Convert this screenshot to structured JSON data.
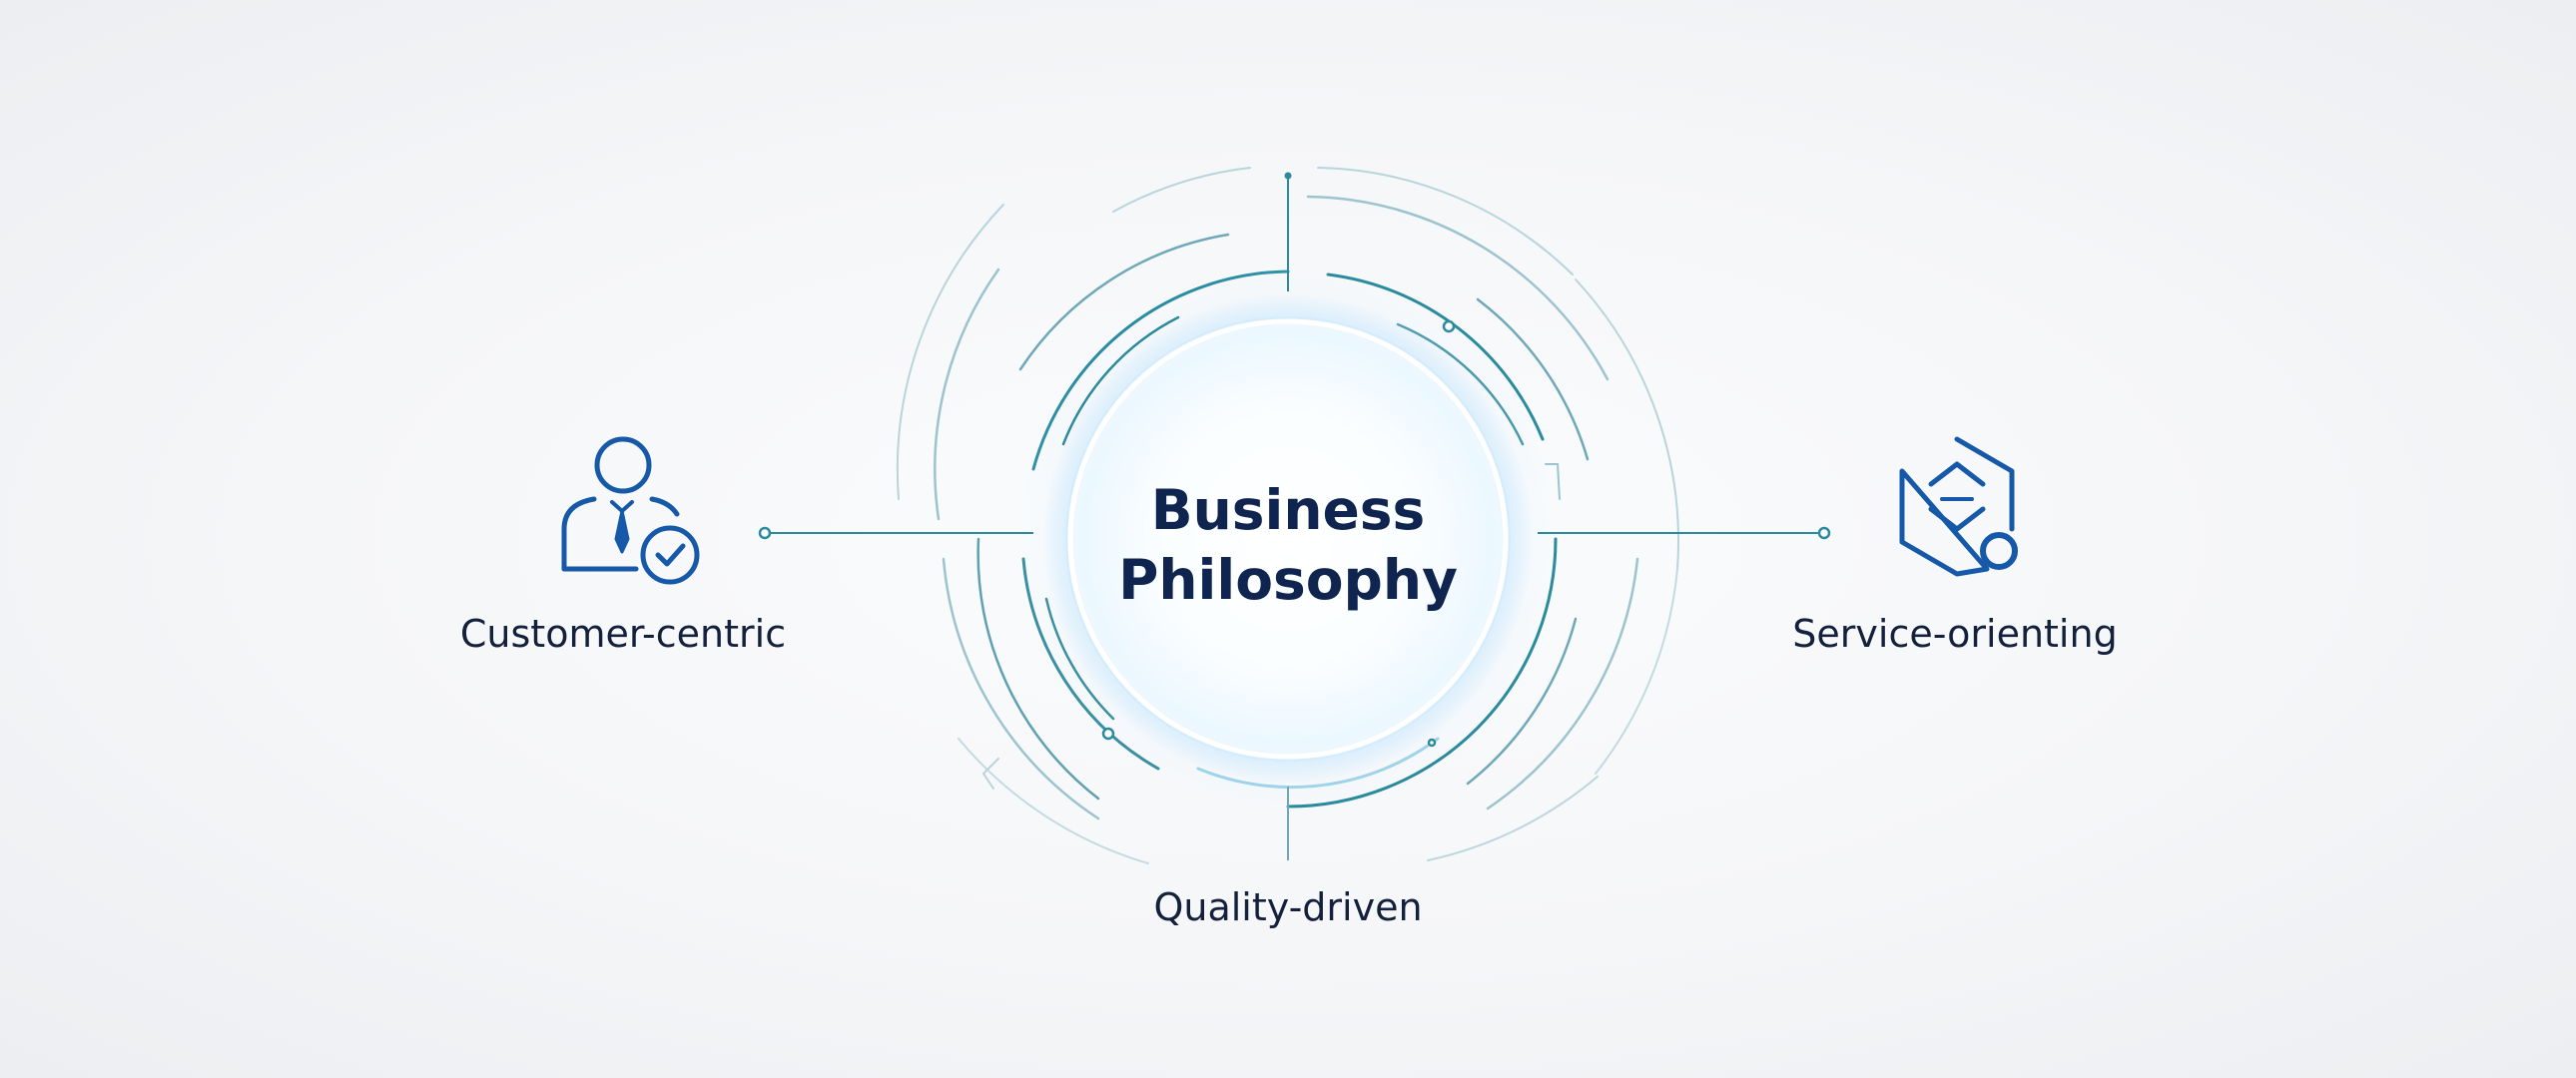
{
  "center": {
    "line1": "Business",
    "line2": "Philosophy"
  },
  "pillars": {
    "left": {
      "label": "Customer-centric",
      "icon": "customer-check-icon"
    },
    "right": {
      "label": "Service-orienting",
      "icon": "hexagon-service-icon"
    },
    "bottom": {
      "label": "Quality-driven"
    }
  },
  "colors": {
    "primary": "#1559a8",
    "navy": "#0f2550",
    "teal": "#2a8a9e",
    "glow": "#bfe3fb",
    "background": "#f3f4f6"
  }
}
